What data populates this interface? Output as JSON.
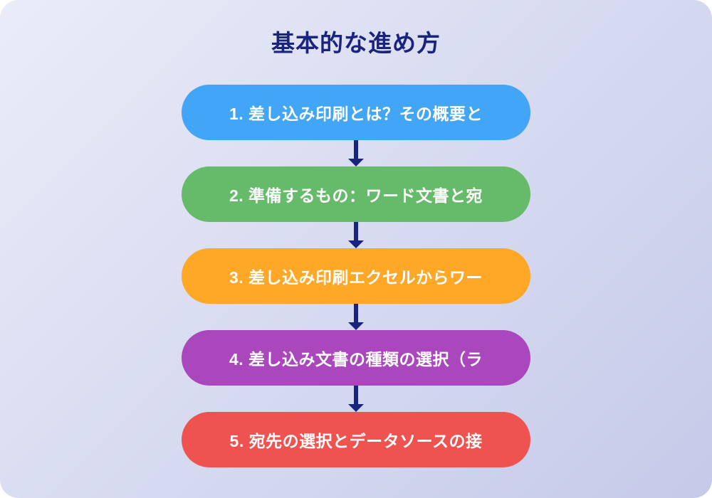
{
  "page": {
    "title": "基本的な進め方",
    "title_color": "#1a237e",
    "background_css": "linear-gradient(135deg, #eaecf8 0%, #c5cae9 100%)",
    "background_colors": {
      "top_left": "#eaecf8",
      "bottom_right": "#c5cae9"
    }
  },
  "flowchart": {
    "arrow_color": "#1a237e",
    "text_color": "#ffffff",
    "steps": [
      {
        "label": "1. 差し込み印刷とは？その概要と",
        "color": "#42a5f5"
      },
      {
        "label": "2. 準備するもの：ワード文書と宛",
        "color": "#66bb6a"
      },
      {
        "label": "3. 差し込み印刷エクセルからワー",
        "color": "#ffa726"
      },
      {
        "label": "4. 差し込み文書の種類の選択（ラ",
        "color": "#ab47bc"
      },
      {
        "label": "5. 宛先の選択とデータソースの接",
        "color": "#ef5350"
      }
    ]
  }
}
